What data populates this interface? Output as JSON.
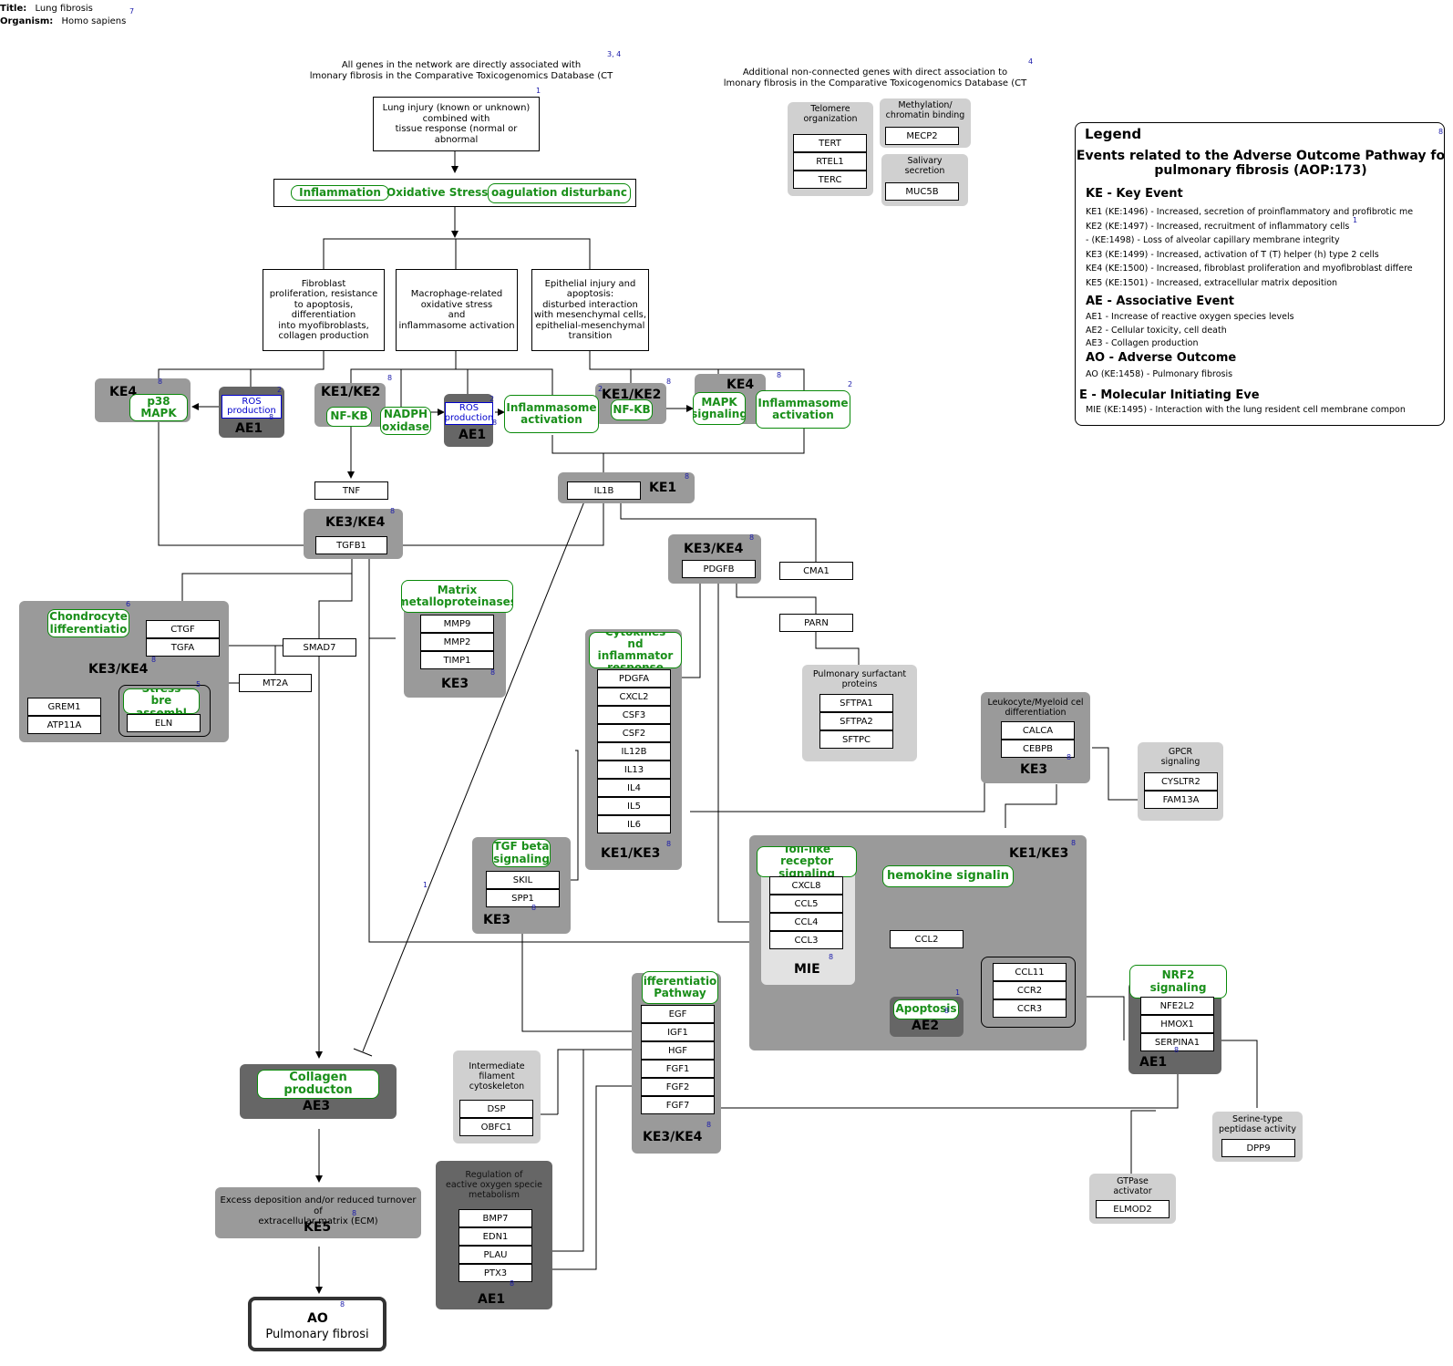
{
  "header": {
    "title_label": "Title:",
    "title_value": "Lung fibrosis",
    "organism_label": "Organism:",
    "organism_value": "Homo sapiens",
    "ref": "7"
  },
  "notes": {
    "ctd_connected": "All genes in the network are directly associated with\nlmonary fibrosis in the Comparative Toxicogenomics Database (CT",
    "ctd_connected_ref": "3, 4",
    "ctd_unconnected": "Additional non-connected genes with direct association to\nlmonary fibrosis in the Comparative Toxicogenomics Database (CT",
    "ctd_unconnected_ref": "4"
  },
  "top_flow": {
    "lung_injury": "Lung injury (known or unknown)\ncombined with\ntissue response (normal or abnormal",
    "lung_injury_ref": "1",
    "responses": [
      "Inflammation",
      "Oxidative Stress",
      "oagulation disturbanc"
    ],
    "fibroblast": "Fibroblast\nproliferation, resistance\nto apoptosis, differentiation\ninto myofibroblasts,\ncollagen production",
    "macrophage": "Macrophage-related\noxidative stress\nand\ninflammasome activation",
    "epithelial": "Epithelial injury and\napoptosis:\ndisturbed interaction\nwith mesenchymal cells,\nepithelial-mesenchymal\ntransition"
  },
  "groups": {
    "ke4_left": "KE4",
    "ae1_left": "AE1",
    "ke1ke2_a": "KE1/KE2",
    "ae1_mid": "AE1",
    "ke1ke2_b": "KE1/KE2",
    "ke4_right": "KE4",
    "ke1_il1b": "KE1",
    "ke3ke4_tgfb1": "KE3/KE4",
    "ke3ke4_pdgfb": "KE3/KE4",
    "ke3ke4_left": "KE3/KE4",
    "ke3_mmp": "KE3",
    "ke1ke3_cyt": "KE1/KE3",
    "ke3_tgf": "KE3",
    "ke1ke3_big": "KE1/KE3",
    "mie": "MIE",
    "ae2": "AE2",
    "ae1_nrf2": "AE1",
    "ke3_leuko": "KE3",
    "ke3ke4_diff": "KE3/KE4",
    "ae1_ros": "AE1",
    "ae3": "AE3",
    "ke5": "KE5",
    "ao": "AO"
  },
  "pathways": {
    "p38": "p38 MAPK",
    "nfkb_a": "NF-KB",
    "nadph": "NADPH\noxidase",
    "inflammasome_a": "Inflammasome\nactivation",
    "nfkb_b": "NF-KB",
    "mapk": "MAPK\nsignaling",
    "inflammasome_b": "Inflammasome\nactivation",
    "chondro": "Chondrocyte\nlifferentiatio",
    "stress": "Stress\nbre assembl",
    "matrix": "Matrix\nmetalloproteinases",
    "cytokines": "Cytokines\nnd inflammator\nresponse",
    "tgfbeta": "TGF beta\nsignaling",
    "tollr": "Toll-like receptor\nsignaling",
    "chemokine": "hemokine signalin",
    "apoptosis": "Apoptosis",
    "differentiation": "ifferentiatio\nPathway",
    "nrf2": "NRF2\nsignaling",
    "collagen": "Collagen producton"
  },
  "ros": {
    "left": "ROS\nproduction",
    "mid": "ROS\nproduction"
  },
  "gray_labels": {
    "telomere": "Telomere\norganization",
    "methylation": "Methylation/\nchromatin binding",
    "salivary": "Salivary\nsecretion",
    "surfactant": "Pulmonary surfactant\nproteins",
    "leuko": "Leukocyte/Myeloid cel\ndifferentiation",
    "gpcr": "GPCR\nsignaling",
    "intermediate": "Intermediate\nfilament\ncytoskeleton",
    "ros_reg": "Regulation of\neactive oxygen specie\nmetabolism",
    "serine": "Serine-type\npeptidase activity",
    "gtpase": "GTPase\nactivator",
    "ke5_text": "Excess deposition and/or reduced turnover of\nextracellular matrix (ECM)",
    "ao_text": "Pulmonary fibrosi"
  },
  "genes": {
    "TERT": "TERT",
    "RTEL1": "RTEL1",
    "TERC": "TERC",
    "MECP2": "MECP2",
    "MUC5B": "MUC5B",
    "TNF": "TNF",
    "IL1B": "IL1B",
    "TGFB1": "TGFB1",
    "PDGFB": "PDGFB",
    "CMA1": "CMA1",
    "PARN": "PARN",
    "SFTPA1": "SFTPA1",
    "SFTPA2": "SFTPA2",
    "SFTPC": "SFTPC",
    "CTGF": "CTGF",
    "TGFA": "TGFA",
    "SMAD7": "SMAD7",
    "MT2A": "MT2A",
    "GREM1": "GREM1",
    "ATP11A": "ATP11A",
    "ELN": "ELN",
    "MMP9": "MMP9",
    "MMP2": "MMP2",
    "TIMP1": "TIMP1",
    "PDGFA": "PDGFA",
    "CXCL2": "CXCL2",
    "CSF3": "CSF3",
    "CSF2": "CSF2",
    "IL12B": "IL12B",
    "IL13": "IL13",
    "IL4": "IL4",
    "IL5": "IL5",
    "IL6": "IL6",
    "CALCA": "CALCA",
    "CEBPB": "CEBPB",
    "CYSLTR2": "CYSLTR2",
    "FAM13A": "FAM13A",
    "SKIL": "SKIL",
    "SPP1": "SPP1",
    "CXCL8": "CXCL8",
    "CCL5": "CCL5",
    "CCL4": "CCL4",
    "CCL3": "CCL3",
    "CCL2": "CCL2",
    "CCL11": "CCL11",
    "CCR2": "CCR2",
    "CCR3": "CCR3",
    "NFE2L2": "NFE2L2",
    "HMOX1": "HMOX1",
    "SERPINA1": "SERPINA1",
    "EGF": "EGF",
    "IGF1": "IGF1",
    "HGF": "HGF",
    "FGF1": "FGF1",
    "FGF2": "FGF2",
    "FGF7": "FGF7",
    "DSP": "DSP",
    "OBFC1": "OBFC1",
    "DPP9": "DPP9",
    "ELMOD2": "ELMOD2",
    "BMP7": "BMP7",
    "EDN1": "EDN1",
    "PLAU": "PLAU",
    "PTX3": "PTX3"
  },
  "legend": {
    "title": "Legend",
    "heading": "Events related to the Adverse Outcome Pathway fo\npulmonary fibrosis (AOP:173)",
    "ke_head": "KE - Key Event",
    "ke_items": [
      "KE1 (KE:1496) - Increased, secretion of proinflammatory and profibrotic me",
      "KE2 (KE:1497) - Increased, recruitment of inflammatory cells",
      "- (KE:1498) - Loss of alveolar capillary membrane integrity",
      "KE3 (KE:1499) - Increased, activation of T (T) helper (h) type 2 cells",
      "KE4 (KE:1500) - Increased, fibroblast proliferation and myofibroblast differe",
      "KE5 (KE:1501) - Increased, extracellular matrix deposition"
    ],
    "ae_head": "AE - Associative Event",
    "ae_items": [
      "AE1 - Increase of reactive oxygen species levels",
      "AE2 - Cellular toxicity, cell death",
      "AE3 - Collagen production"
    ],
    "ao_head": "AO - Adverse Outcome",
    "ao_items": [
      "AO (KE:1458) - Pulmonary fibrosis"
    ],
    "mie_head": "E - Molecular Initiating Eve",
    "mie_items": [
      "MIE (KE:1495) - Interaction with the lung resident cell membrane compon"
    ],
    "ref": "8",
    "small_ref": "1"
  },
  "refs": {
    "r1": "1",
    "r2": "2",
    "r4": "4",
    "r5": "5",
    "r6": "6",
    "r8": "8"
  },
  "colors": {
    "group_mid": "#9a9a9a",
    "group_dark": "#666666",
    "group_light": "#d0d0d0",
    "group_vlight": "#e2e2e2",
    "pathway_green": "#1a8f1a",
    "ros_blue": "#0000cc",
    "ref_blue": "#1a1aaa"
  }
}
